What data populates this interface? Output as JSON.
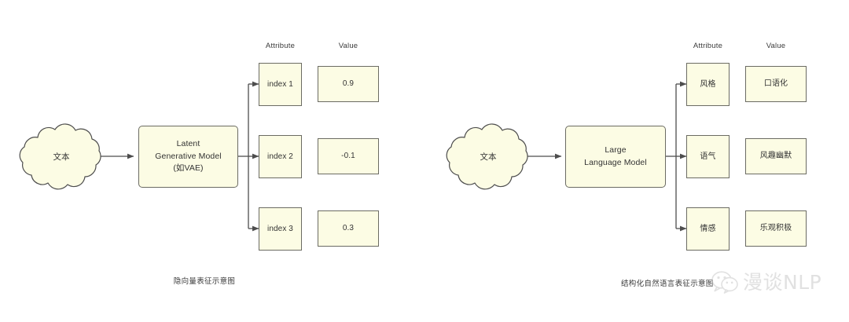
{
  "figure": {
    "background_color": "#ffffff",
    "node_fill": "#fcfce4",
    "node_border": "#6b6b63",
    "edge_color": "#4d4d4d",
    "text_color": "#333333"
  },
  "panels": [
    {
      "id": "latent",
      "caption": "隐向量表征示意图",
      "source": {
        "label": "文本",
        "shape": "cloud"
      },
      "model": {
        "label": "Latent\nGenerative Model\n(如VAE)"
      },
      "headers": {
        "attribute": "Attribute",
        "value": "Value"
      },
      "rows": [
        {
          "attribute": "index 1",
          "value": "0.9"
        },
        {
          "attribute": "index 2",
          "value": "-0.1"
        },
        {
          "attribute": "index 3",
          "value": "0.3"
        }
      ]
    },
    {
      "id": "structured",
      "caption": "结构化自然语言表征示意图",
      "source": {
        "label": "文本",
        "shape": "cloud"
      },
      "model": {
        "label": "Large\nLanguage Model"
      },
      "headers": {
        "attribute": "Attribute",
        "value": "Value"
      },
      "rows": [
        {
          "attribute": "风格",
          "value": "口语化"
        },
        {
          "attribute": "语气",
          "value": "风趣幽默"
        },
        {
          "attribute": "情感",
          "value": "乐观积极"
        }
      ]
    }
  ],
  "watermark": {
    "text": "漫谈NLP",
    "icon": "wechat-icon",
    "color": "#b9b9b9"
  }
}
